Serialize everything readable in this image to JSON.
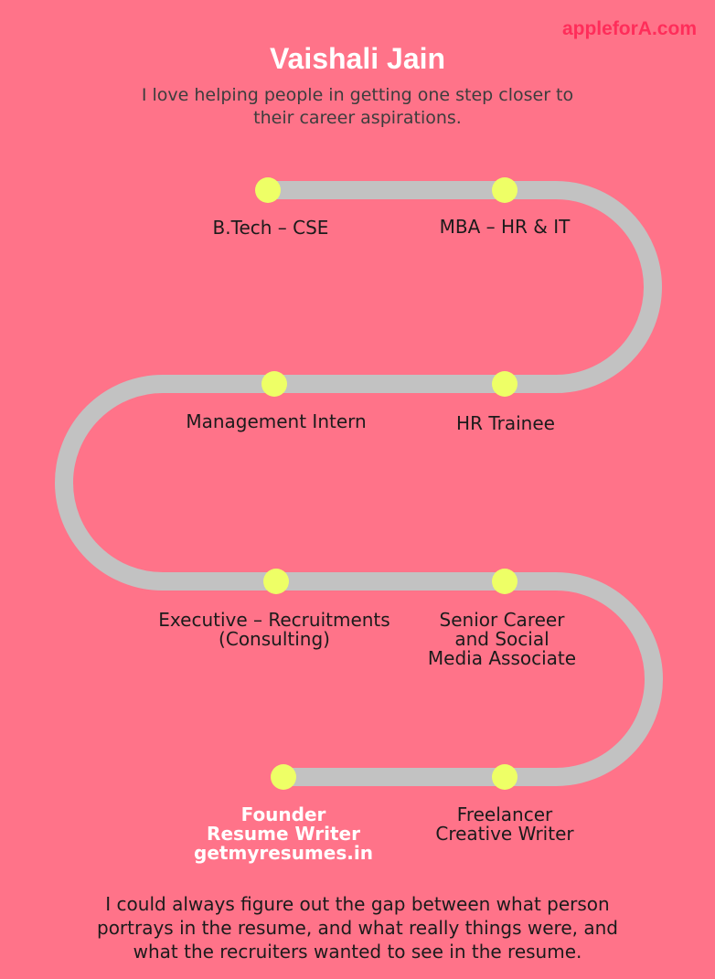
{
  "brand": "appleforA.com",
  "title": "Vaishali Jain",
  "subtitle": "I love helping people in getting one step closer to their career aspirations.",
  "milestones": [
    {
      "lines": [
        "B.Tech – CSE"
      ]
    },
    {
      "lines": [
        "MBA – HR & IT"
      ]
    },
    {
      "lines": [
        "Management Intern"
      ]
    },
    {
      "lines": [
        "HR Trainee"
      ]
    },
    {
      "lines": [
        "Executive – Recruitments",
        "(Consulting)"
      ]
    },
    {
      "lines": [
        "Senior Career",
        "and Social",
        "Media Associate"
      ]
    },
    {
      "lines": [
        "Founder",
        "Resume Writer",
        "getmyresumes.in"
      ]
    },
    {
      "lines": [
        "Freelancer",
        "Creative Writer"
      ]
    }
  ],
  "footer": "I could always figure out the gap between what person portrays in the resume, and what really things were, and what the recruiters wanted to see in the resume.",
  "colors": {
    "background": "#ff7389",
    "road": "#c2c2c2",
    "dot": "#eeff66",
    "brand": "#ff2d5a"
  }
}
